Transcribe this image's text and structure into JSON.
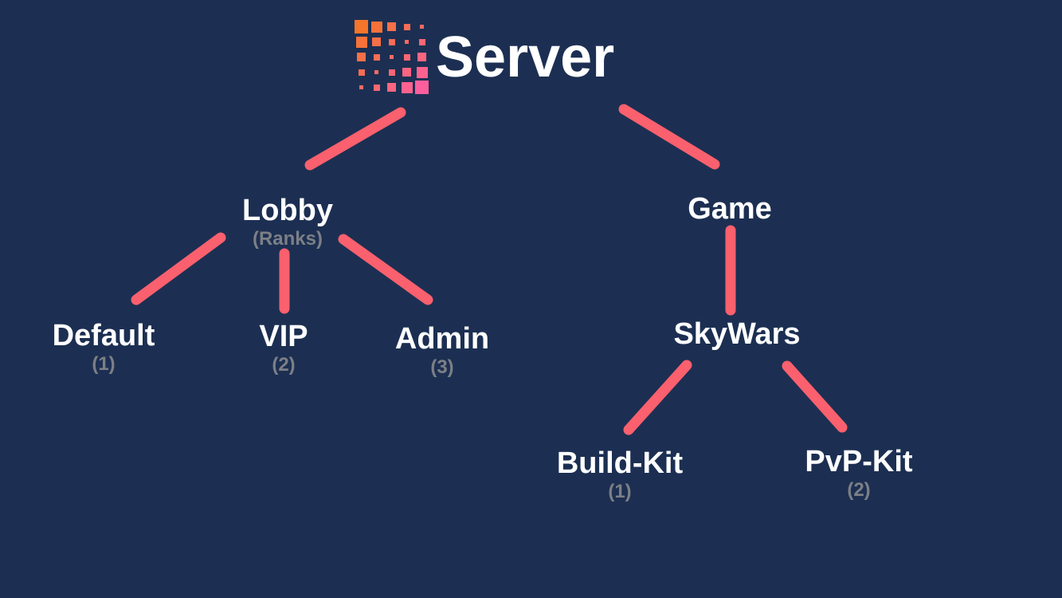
{
  "colors": {
    "background": "#1C2F52",
    "edge": "#FA606E",
    "label": "#FFFFFF",
    "sublabel": "#7C7F86",
    "logo_gradient_start": "#F5752B",
    "logo_gradient_end": "#FD5F9E"
  },
  "logo": {
    "name": "luckperms-squares-logo",
    "rows": 5,
    "cols": 5,
    "cell": 19,
    "sizes_by_diagonal_distance": [
      5,
      8,
      11,
      14,
      17
    ]
  },
  "tree": {
    "label": "Server",
    "children": [
      {
        "label": "Lobby",
        "sublabel": "(Ranks)",
        "children": [
          {
            "label": "Default",
            "sublabel": "(1)"
          },
          {
            "label": "VIP",
            "sublabel": "(2)"
          },
          {
            "label": "Admin",
            "sublabel": "(3)"
          }
        ]
      },
      {
        "label": "Game",
        "children": [
          {
            "label": "SkyWars",
            "children": [
              {
                "label": "Build-Kit",
                "sublabel": "(1)"
              },
              {
                "label": "PvP-Kit",
                "sublabel": "(2)"
              }
            ]
          }
        ]
      }
    ]
  }
}
